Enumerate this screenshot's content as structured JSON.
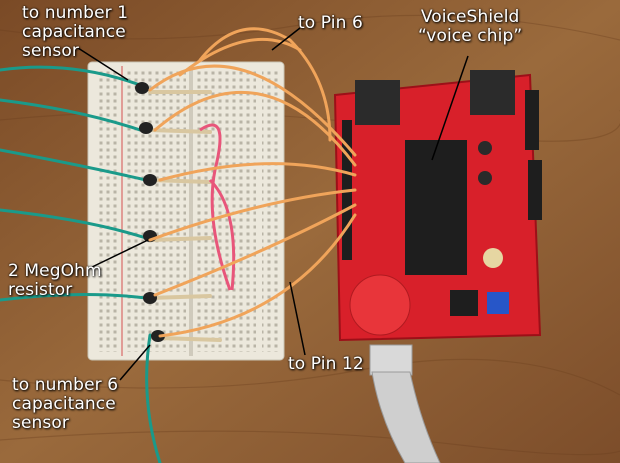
{
  "labels": {
    "top_left": "to number 1\ncapacitance\nsensor",
    "pin6": "to Pin 6",
    "voiceshield": "VoiceShield\n“voice chip”",
    "resistor": "2 MegOhm\nresistor",
    "pin12": "to Pin 12",
    "bottom_left": "to number 6\ncapacitance\nsensor"
  },
  "colors": {
    "table": "#8a5a32",
    "breadboard": "#ece8dc",
    "shield": "#d8202a",
    "orange_wire": "#f0a45a",
    "teal_wire": "#1a9a8a",
    "pink_wire": "#e8557a",
    "label_text": "#ffffff"
  }
}
